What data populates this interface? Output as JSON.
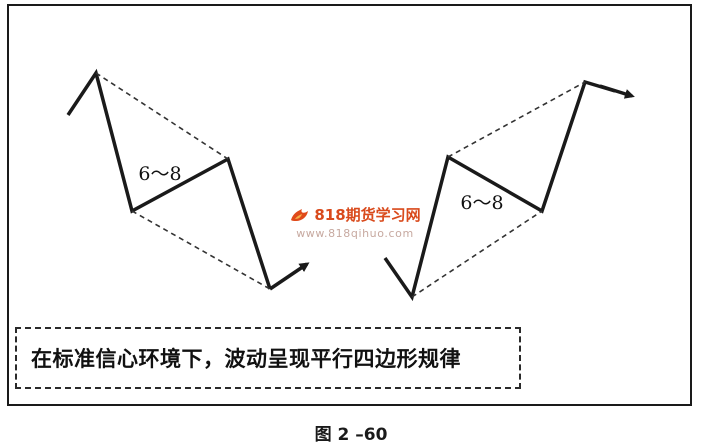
{
  "diagram": {
    "left_label": "6～8",
    "right_label": "6～8"
  },
  "caption": "在标准信心环境下，波动呈现平行四边形规律",
  "figure_label": "图 2 –60",
  "watermark": {
    "brand": "818期货学习网",
    "url": "www.818qihuo.com"
  },
  "colors": {
    "line": "#1a1a1a",
    "watermark_brand": "#d94a1c",
    "watermark_url": "#c7a9a0"
  }
}
